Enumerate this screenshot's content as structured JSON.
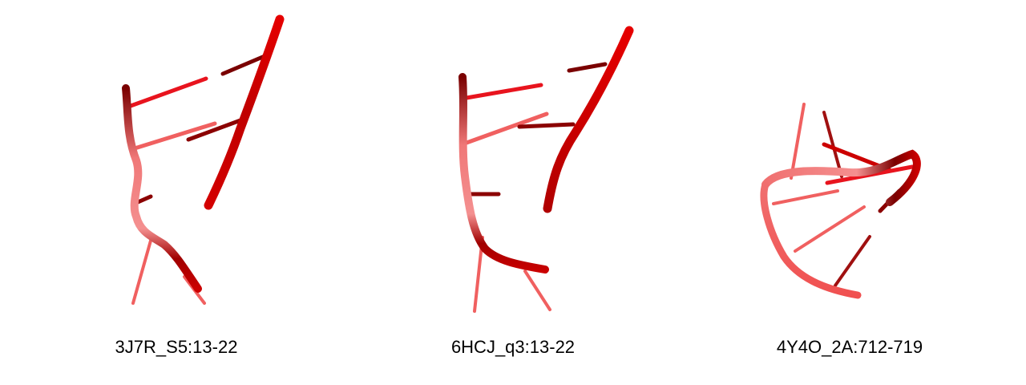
{
  "structures": [
    {
      "label": "3J7R_S5:13-22"
    },
    {
      "label": "6HCJ_q3:13-22"
    },
    {
      "label": "4Y4O_2A:712-719"
    }
  ],
  "colors": {
    "backbone": "#e60000",
    "backbone_dark": "#7a0000",
    "backbone_light": "#f49090",
    "base": "#e8141e",
    "base_dark": "#8b0000"
  }
}
